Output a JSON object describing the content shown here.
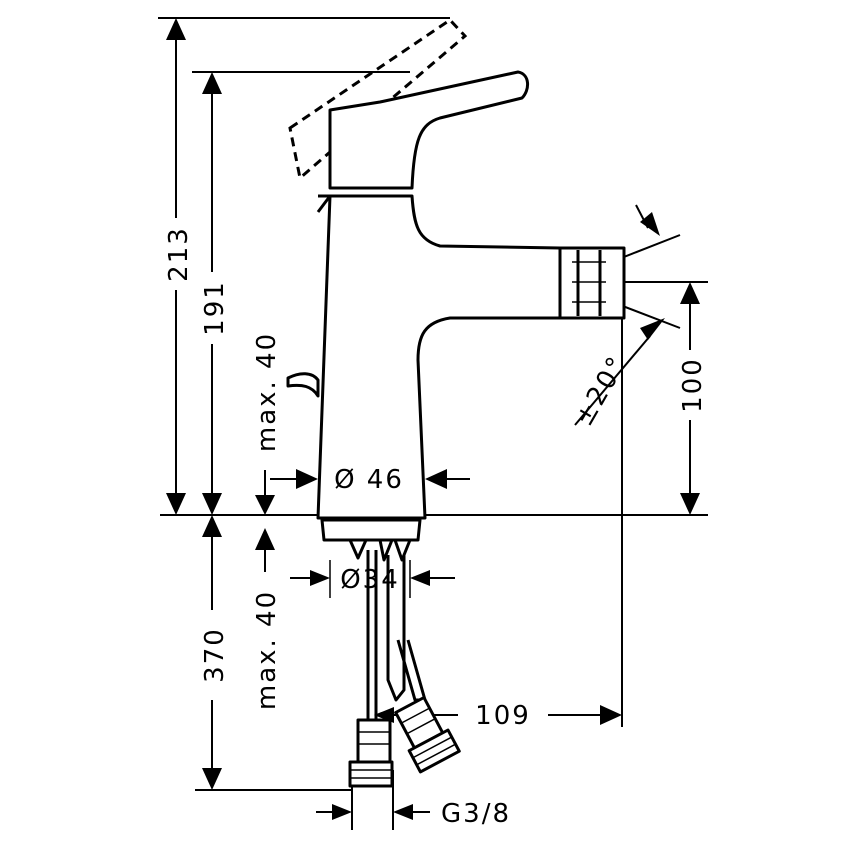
{
  "drawing": {
    "dimensions": {
      "total_height": "213",
      "lever_height": "191",
      "max_top": "max. 40",
      "max_bottom": "max. 40",
      "body_diameter": "Ø 46",
      "spout_height": "100",
      "spout_angle": "±20°",
      "tail_diameter": "Ø34",
      "hose_length": "370",
      "spout_reach": "109",
      "thread": "G3/8"
    }
  }
}
